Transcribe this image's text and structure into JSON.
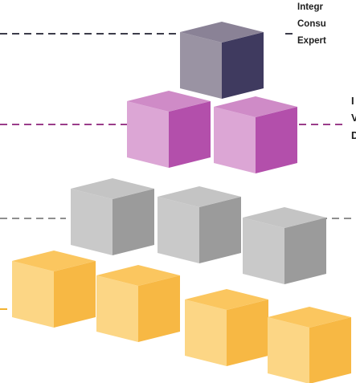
{
  "levels": [
    {
      "key": "integrated",
      "line_color": "#3c3c4a",
      "lines": [
        "Integr",
        "Consu",
        "Expert"
      ],
      "cube": {
        "top": "#8a8296",
        "left": "#9a93a3",
        "right": "#3f3a5f"
      }
    },
    {
      "key": "purple",
      "line_color": "#9a3d8a",
      "lines": [
        "I",
        "V",
        "D"
      ],
      "cube": {
        "top": "#cf8bc7",
        "left": "#dca6d5",
        "right": "#b34fab"
      }
    },
    {
      "key": "gray",
      "line_color": "#8f8f8f",
      "lines": [],
      "cube": {
        "top": "#c4c4c4",
        "left": "#c9c9c9",
        "right": "#9b9b9b"
      }
    },
    {
      "key": "yellow",
      "line_color": "#f2b230",
      "lines": [],
      "cube": {
        "top": "#fbc65f",
        "left": "#fcd685",
        "right": "#f7b844"
      }
    }
  ]
}
